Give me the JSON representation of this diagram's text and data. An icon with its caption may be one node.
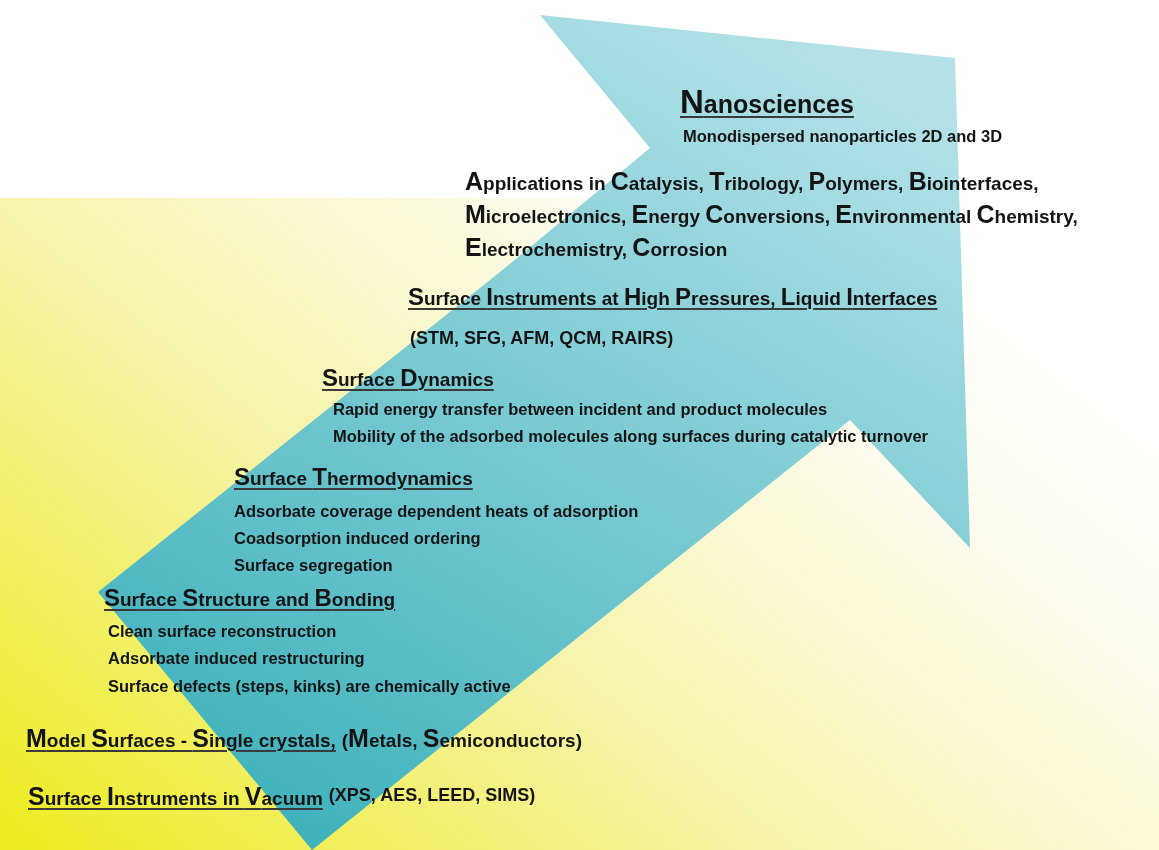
{
  "diagram": {
    "labels": [
      "Nanosciences",
      "Monodispersed nanoparticles 2D and 3D",
      "Applications in Catalysis, Tribology, Polymers, Biointerfaces, Microelectronics, Energy Conversions, Environmental Chemistry, Electrochemistry, Corrosion",
      "Surface Instruments at High Pressures, Liquid Interfaces",
      "(STM, SFG, AFM, QCM, RAIRS)",
      "Surface Dynamics",
      "Rapid energy transfer between incident and product molecules",
      "Mobility of the adsorbed molecules along surfaces during catalytic turnover",
      "Surface Thermodynamics",
      "Adsorbate coverage dependent heats of adsorption",
      "Coadsorption induced ordering",
      "Surface segregation",
      "Surface Structure and Bonding",
      "Clean surface reconstruction",
      "Adsorbate induced restructuring",
      "Surface defects (steps, kinks) are chemically active",
      "Model Surfaces - Single crystals,",
      "(Metals, Semiconductors)",
      "Surface Instruments in Vacuum",
      "(XPS, AES, LEED, SIMS)"
    ]
  }
}
